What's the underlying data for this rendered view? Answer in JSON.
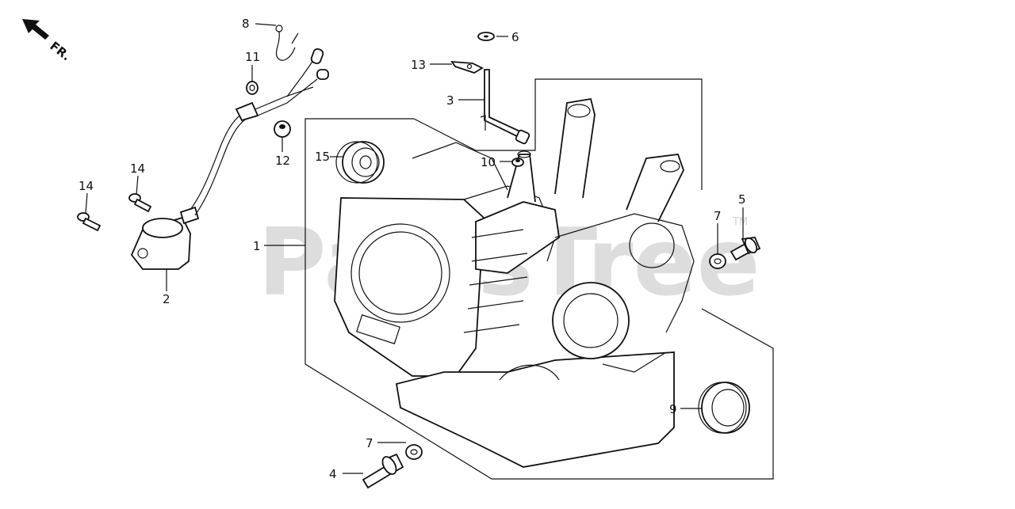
{
  "watermark": {
    "text": "PartsTree",
    "trademark": "TM"
  },
  "direction": {
    "label": "FR.",
    "icon": "front-arrow-icon"
  },
  "callouts": {
    "c1": "1",
    "c2": "2",
    "c3": "3",
    "c4": "4",
    "c5": "5",
    "c6": "6",
    "c7a": "7",
    "c7b": "7",
    "c8": "8",
    "c9": "9",
    "c10": "10",
    "c11": "11",
    "c12": "12",
    "c13": "13",
    "c14a": "14",
    "c14b": "14",
    "c15": "15"
  }
}
